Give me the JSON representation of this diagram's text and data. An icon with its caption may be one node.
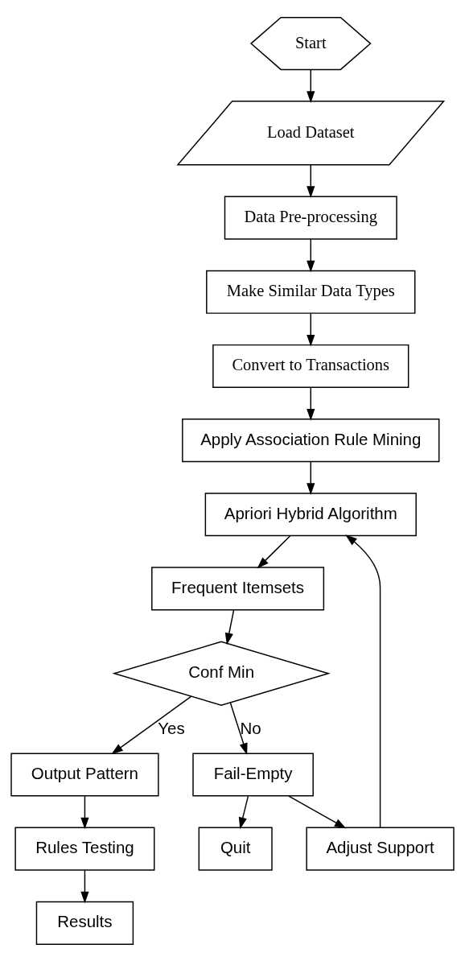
{
  "diagram": {
    "nodes": [
      {
        "text": [
          "Start"
        ]
      },
      {
        "text": [
          "Load Dataset"
        ]
      },
      {
        "text": [
          "Data Pre-processing"
        ]
      },
      {
        "text": [
          "Make Similar Data Types"
        ]
      },
      {
        "text": [
          "Convert to Transactions"
        ]
      },
      {
        "text": [
          "Apply Association Rule Mining"
        ]
      },
      {
        "text": [
          "Apriori Hybrid Algorithm"
        ]
      },
      {
        "text": [
          "Frequent Itemsets"
        ]
      },
      {
        "text": [
          "Conf Min"
        ]
      },
      {
        "text": [
          "Adjust Support"
        ]
      },
      {
        "text": [
          "Output Pattern"
        ]
      },
      {
        "text": [
          "Fail-Empty"
        ]
      },
      {
        "text": [
          "Rules Testing"
        ]
      },
      {
        "text": [
          "Quit"
        ]
      },
      {
        "text": [
          "Results"
        ]
      }
    ],
    "edges": [
      {
        "from": 0,
        "to": 1,
        "arrow": "to"
      },
      {
        "from": 1,
        "to": 2,
        "arrow": "to"
      },
      {
        "from": 2,
        "to": 3,
        "arrow": "to"
      },
      {
        "from": 3,
        "to": 4,
        "arrow": "to"
      },
      {
        "from": 4,
        "to": 5,
        "arrow": "to"
      },
      {
        "from": 5,
        "to": 6,
        "arrow": "to"
      },
      {
        "from": 6,
        "to": 7,
        "arrow": "to"
      },
      {
        "from": 7,
        "to": 8,
        "arrow": "to"
      },
      {
        "from": 8,
        "to": 11,
        "arrow": "to",
        "label": "No"
      },
      {
        "from": 8,
        "to": 10,
        "arrow": "to",
        "label": "Yes"
      },
      {
        "from": 11,
        "to": 9,
        "arrow": "to"
      },
      {
        "from": 9,
        "to": 6,
        "arrow": "to"
      },
      {
        "from": 11,
        "to": 13,
        "arrow": "to"
      },
      {
        "from": 10,
        "to": 12,
        "arrow": "to"
      },
      {
        "from": 12,
        "to": 14,
        "arrow": "to"
      }
    ]
  }
}
